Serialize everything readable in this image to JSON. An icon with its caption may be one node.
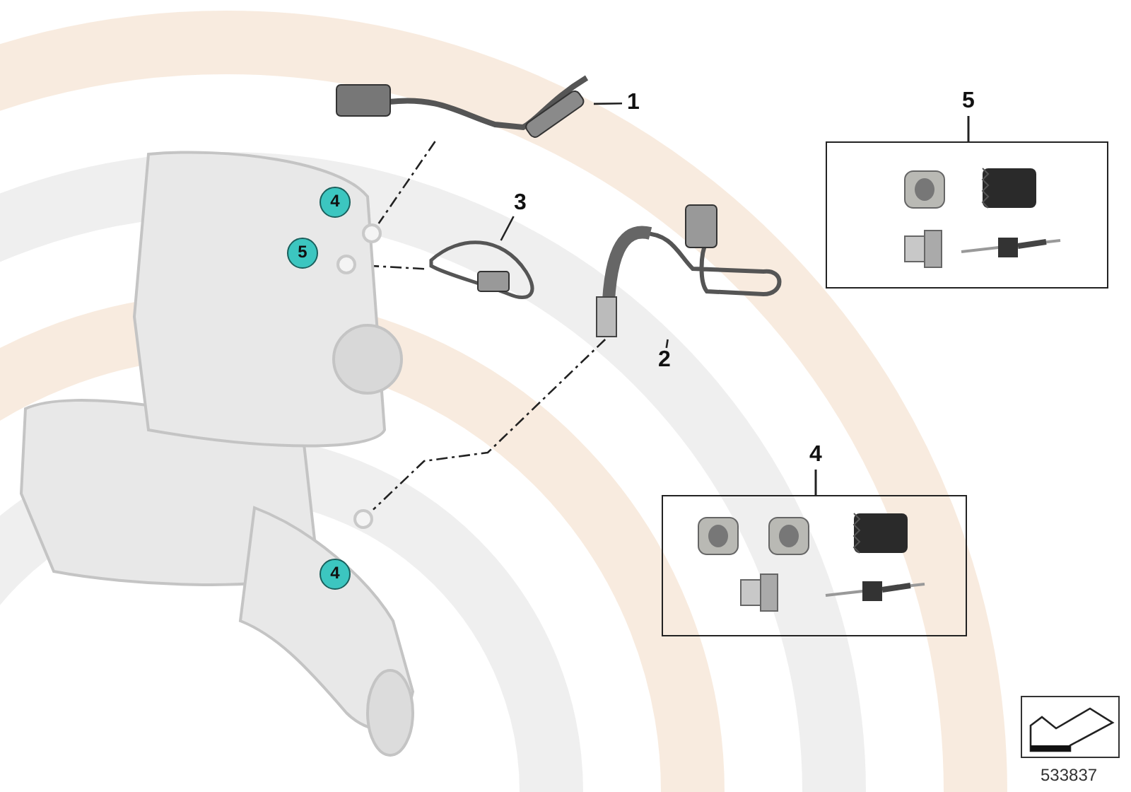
{
  "diagram": {
    "nodes": [
      {
        "text": [
          "1"
        ]
      },
      {
        "text": [],
        "shape": "picture"
      },
      {
        "text": [
          "2"
        ]
      },
      {
        "text": [],
        "shape": "picture"
      },
      {
        "text": [
          "3"
        ]
      },
      {
        "text": [],
        "shape": "picture"
      },
      {
        "text": [
          "5"
        ]
      },
      {
        "text": [
          "4"
        ]
      },
      {
        "text": [],
        "shape": "picture"
      },
      {
        "text": [],
        "shape": "circle",
        "in": 8
      },
      {
        "text": [],
        "shape": "circle",
        "in": 8
      },
      {
        "text": [],
        "shape": "circle",
        "in": 8
      },
      {
        "text": [
          "4"
        ],
        "in": 8
      },
      {
        "text": [
          "5"
        ],
        "in": 8
      },
      {
        "text": [
          "4"
        ],
        "in": 8
      }
    ],
    "edges": [
      {
        "from": 0,
        "to": 1,
        "arrow": "none"
      },
      {
        "from": 2,
        "to": 3,
        "arrow": "none"
      },
      {
        "from": 4,
        "to": 5,
        "arrow": "none"
      },
      {
        "from": 1,
        "to": 9,
        "arrow": "none",
        "style": "dashed"
      },
      {
        "from": 5,
        "to": 10,
        "arrow": "none",
        "style": "dashed"
      },
      {
        "from": 3,
        "to": 11,
        "arrow": "none",
        "style": "dashed"
      }
    ],
    "labels": [
      "533837"
    ]
  }
}
